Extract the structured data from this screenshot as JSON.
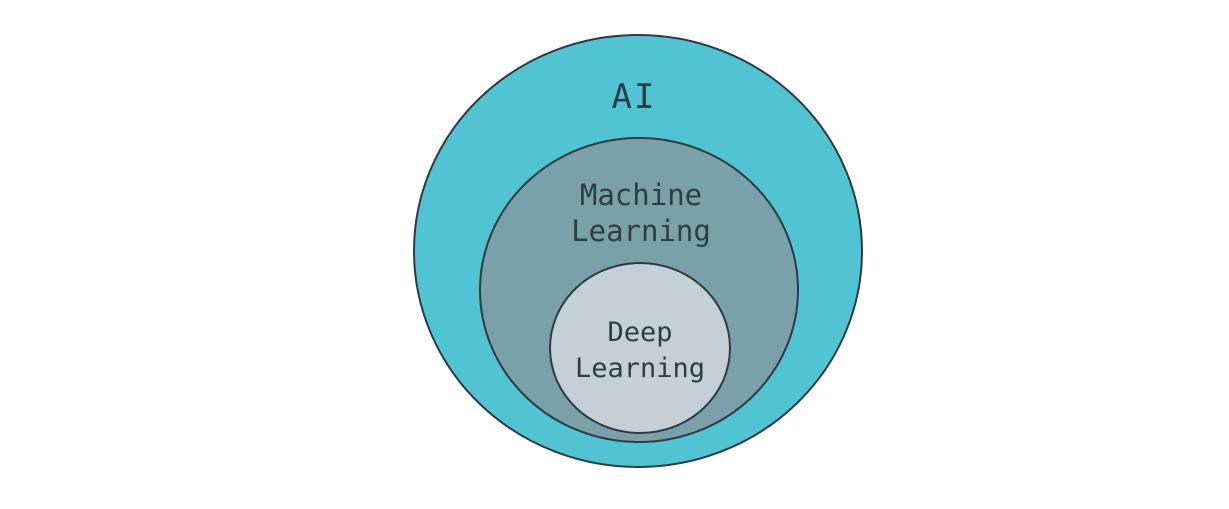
{
  "figure": {
    "description": "Nested circles diagram of AI concepts",
    "background_color": "#ffffff",
    "stroke_color": "#2e3b42",
    "text_color": "#2e3d45",
    "circles": [
      {
        "id": "ai",
        "label": "AI",
        "fill": "#50c4d3"
      },
      {
        "id": "machine-learning",
        "label": "Machine\nLearning",
        "fill": "#7aa1aa"
      },
      {
        "id": "deep-learning",
        "label": "Deep\nLearning",
        "fill": "#c4cfd6"
      }
    ]
  }
}
